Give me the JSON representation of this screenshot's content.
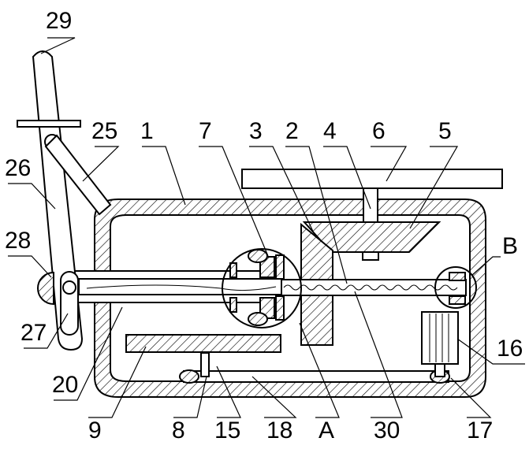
{
  "labels": {
    "l29": "29",
    "l25": "25",
    "l1": "1",
    "l7": "7",
    "l3": "3",
    "l2": "2",
    "l4": "4",
    "l6": "6",
    "l5": "5",
    "l26": "26",
    "l28": "28",
    "lB": "B",
    "l27": "27",
    "l16": "16",
    "l20": "20",
    "l9": "9",
    "l8": "8",
    "l15": "15",
    "l18": "18",
    "lA": "A",
    "l30": "30",
    "l17": "17"
  }
}
